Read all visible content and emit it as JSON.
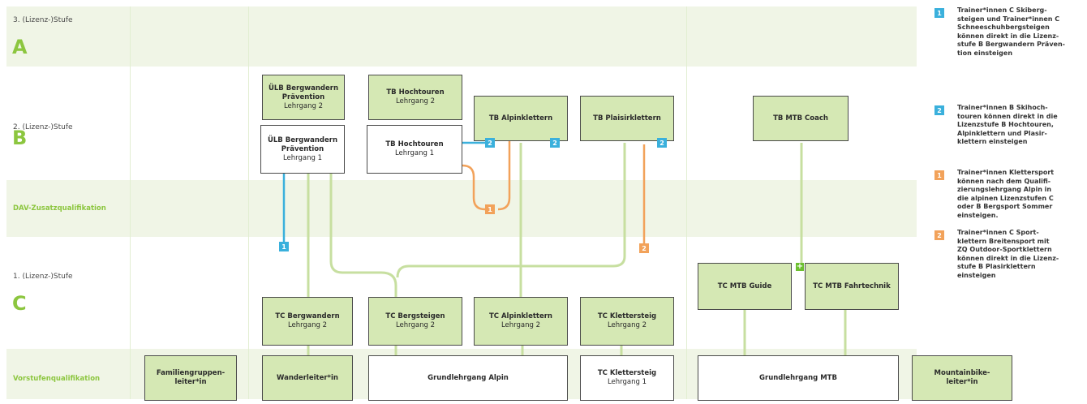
{
  "colors": {
    "green_box": "#d5e8b4",
    "line_green": "#c7dfa0",
    "band": "#f0f5e6",
    "accent": "#8cc63f",
    "blue": "#3ab0dc",
    "orange": "#f2a25a"
  },
  "stages": {
    "a": {
      "label": "3. (Lizenz-)Stufe",
      "letter": "A"
    },
    "b": {
      "label": "2. (Lizenz-)Stufe",
      "letter": "B"
    },
    "zusatz": {
      "label": "DAV-Zusatzqualifikation"
    },
    "c": {
      "label": "1. (Lizenz-)Stufe",
      "letter": "C"
    },
    "vorstufe": {
      "label": "Vorstufenqualifikation"
    }
  },
  "boxes": {
    "ulb_bw_p2": {
      "title": "ÜLB Bergwandern Prävention",
      "sub": "Lehrgang 2"
    },
    "tb_hoch_2": {
      "title": "TB Hochtouren",
      "sub": "Lehrgang 2"
    },
    "tb_alpin": {
      "title": "TB Alpinklettern"
    },
    "tb_plaisir": {
      "title": "TB Plaisirklettern"
    },
    "tb_mtb_coach": {
      "title": "TB MTB Coach"
    },
    "ulb_bw_p1": {
      "title": "ÜLB Bergwandern Prävention",
      "sub": "Lehrgang 1"
    },
    "tb_hoch_1": {
      "title": "TB Hochtouren",
      "sub": "Lehrgang 1"
    },
    "tc_bergwandern": {
      "title": "TC Bergwandern",
      "sub": "Lehrgang 2"
    },
    "tc_bergsteigen": {
      "title": "TC Bergsteigen",
      "sub": "Lehrgang 2"
    },
    "tc_alpinklettern": {
      "title": "TC Alpinklettern",
      "sub": "Lehrgang 2"
    },
    "tc_klettersteig_2": {
      "title": "TC Klettersteig",
      "sub": "Lehrgang 2"
    },
    "tc_mtb_guide": {
      "title": "TC MTB  Guide"
    },
    "tc_mtb_fahrtechnik": {
      "title": "TC MTB Fahrtechnik"
    },
    "familiengruppenleiter": {
      "title": "Familiengruppen-\nleiter*in"
    },
    "wanderleiter": {
      "title": "Wanderleiter*in"
    },
    "grundlehrgang_alpin": {
      "title": "Grundlehrgang Alpin"
    },
    "tc_klettersteig_1": {
      "title": "TC Klettersteig",
      "sub": "Lehrgang 1"
    },
    "grundlehrgang_mtb": {
      "title": "Grundlehrgang MTB"
    },
    "mountainbikeleiter": {
      "title": "Mountainbike-\nleiter*in"
    }
  },
  "badges": {
    "one": "1",
    "two": "2",
    "plus": "+"
  },
  "legend": [
    {
      "num": "1",
      "color": "blue",
      "text": "Trainer*innen C Skiberg-\nsteigen und Trainer*innen C\nSchneeschuhbergsteigen\nkönnen direkt in die Lizenz-\nstufe B Bergwandern Präven-\ntion einsteigen"
    },
    {
      "num": "2",
      "color": "blue",
      "text": "Trainer*innen B Skihoch-\ntouren können direkt in die\nLizenzstufe B Hochtouren,\nAlpinklettern und Plasir-\nklettern einsteigen"
    },
    {
      "num": "1",
      "color": "orange",
      "text": "Trainer*innen Klettersport\nkönnen nach dem Qualifi-\nzierungslehrgang Alpin in\ndie alpinen Lizenzstufen C\noder B Bergsport Sommer\neinsteigen."
    },
    {
      "num": "2",
      "color": "orange",
      "text": "Trainer*innen C Sport-\nklettern Breitensport mit\nZQ Outdoor-Sportklettern\nkönnen direkt in die Lizenz-\nstufe B Plasirklettern\neinsteigen"
    }
  ]
}
